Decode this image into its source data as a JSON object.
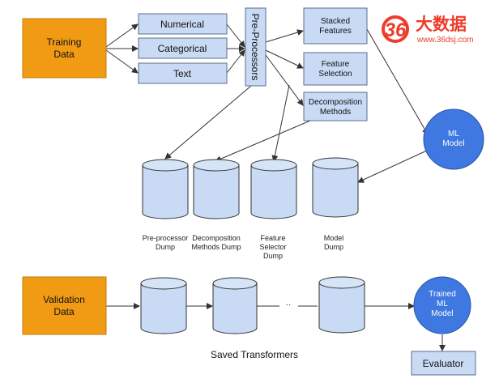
{
  "nodes": {
    "training_data": [
      "Training",
      "Data"
    ],
    "numerical": "Numerical",
    "categorical": "Categorical",
    "text": "Text",
    "preprocessors": "Pre-Processors",
    "stacked_features": [
      "Stacked",
      "Features"
    ],
    "feature_selection": [
      "Feature",
      "Selection"
    ],
    "decomposition_methods": [
      "Decomposition",
      "Methods"
    ],
    "ml_model": [
      "ML",
      "Model"
    ],
    "validation_data": [
      "Validation",
      "Data"
    ],
    "trained_ml_model": [
      "Trained",
      "ML",
      "Model"
    ],
    "evaluator": "Evaluator"
  },
  "dumps": {
    "preprocessor": [
      "Pre-processor",
      "Dump"
    ],
    "decomposition": [
      "Decomposition",
      "Methods Dump"
    ],
    "feature_selector": [
      "Feature",
      "Selector",
      "Dump"
    ],
    "model": [
      "Model",
      "Dump"
    ]
  },
  "saved_transformers": "Saved Transformers",
  "ellipsis": "··",
  "watermark": {
    "badge": "36",
    "name": "大数据",
    "url": "www.36dsj.com"
  },
  "colors": {
    "orange": "#f19b14",
    "light_blue": "#c9daf4",
    "blue": "#3f78e0",
    "watermark": "#ee3b2a"
  }
}
